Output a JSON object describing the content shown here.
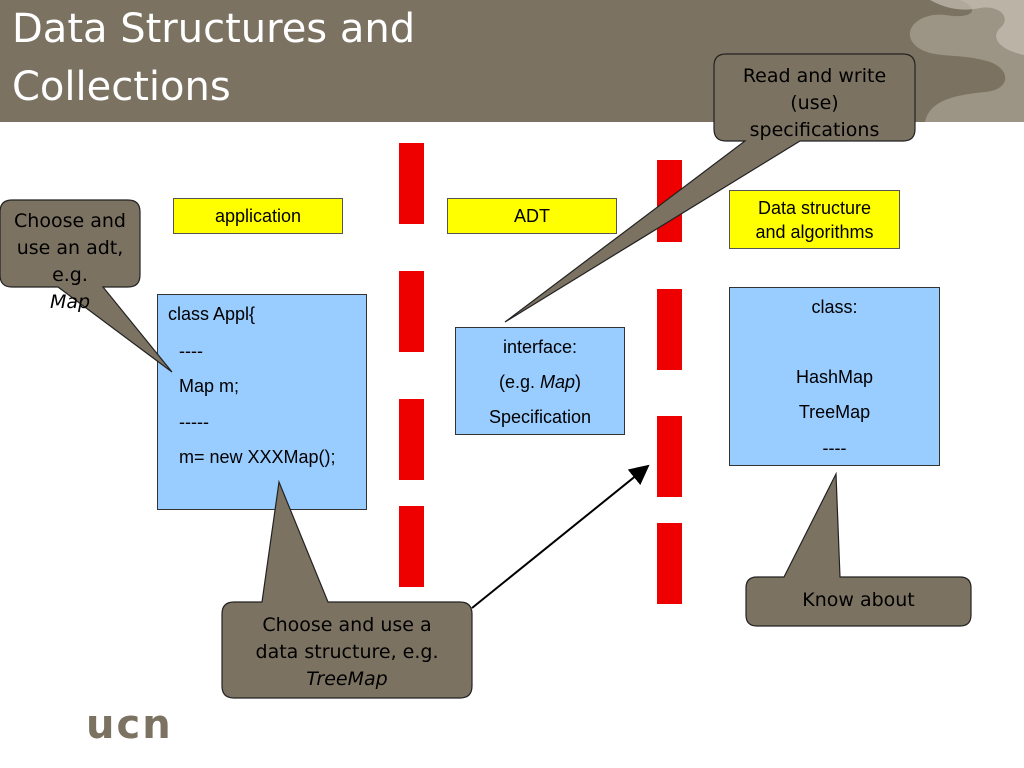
{
  "slide": {
    "title_line1": "Data Structures and",
    "title_line2": "Collections"
  },
  "labels": {
    "application": "application",
    "adt": "ADT",
    "ds_line1": "Data structure",
    "ds_line2": "and algorithms"
  },
  "appl_box": {
    "lines": [
      "class Appl{",
      "----",
      "Map m;",
      "-----",
      "m= new XXXMap();"
    ]
  },
  "interface_box": {
    "line1": "interface:",
    "line2_prefix": "(e.g. ",
    "line2_italic": "Map",
    "line2_suffix": ")",
    "line3": "Specification"
  },
  "class_box": {
    "lines": [
      "class:",
      "HashMap",
      "TreeMap",
      "----"
    ]
  },
  "callouts": {
    "read_write": [
      "Read and write",
      "(use)",
      "specifications"
    ],
    "choose_adt": {
      "line1": "Choose and",
      "line2": "use an adt,",
      "line3_prefix": "e.g. ",
      "line3_italic": "Map"
    },
    "choose_ds": {
      "line1": "Choose and use a",
      "line2": "data structure, e.g.",
      "line3_italic": "TreeMap"
    },
    "know_about": "Know about"
  },
  "logo": {
    "text": "ucn"
  },
  "colors": {
    "header": "#7b7262",
    "callout_fill": "#7b7262",
    "label_fill": "#ffff00",
    "box_fill": "#99ccff",
    "divider": "#ee0000"
  }
}
